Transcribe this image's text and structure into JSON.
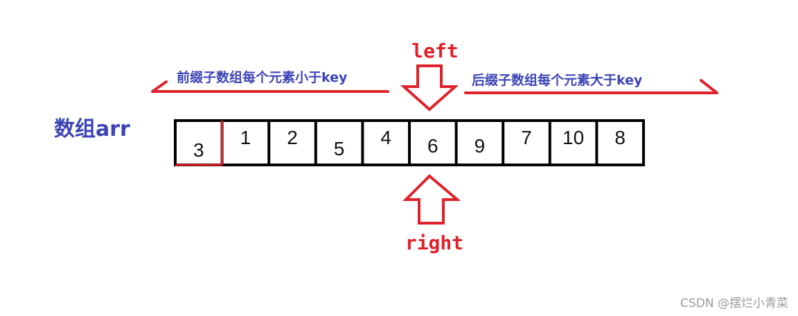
{
  "array_label": "数组arr",
  "cells": [
    "3",
    "1",
    "2",
    "5",
    "4",
    "6",
    "9",
    "7",
    "10",
    "8"
  ],
  "left_pointer": {
    "label": "left",
    "index": 5
  },
  "right_pointer": {
    "label": "right",
    "index": 5
  },
  "prefix_note": "前缀子数组每个元素小于key",
  "suffix_note": "后缀子数组每个元素大于key",
  "key_index": 0,
  "watermark": "CSDN @摆烂小青菜",
  "colors": {
    "pointer": "#e0202a",
    "note": "#3c44b6",
    "cell_border": "#000000"
  }
}
